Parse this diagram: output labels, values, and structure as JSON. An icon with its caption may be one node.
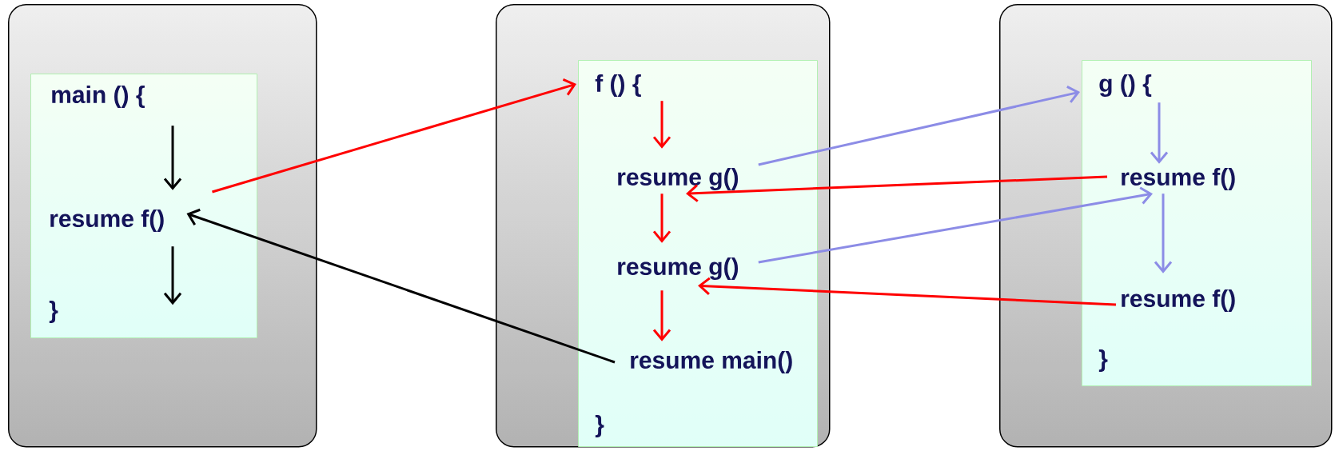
{
  "diagram": {
    "nodes": [
      {
        "text": [],
        "shape": "box"
      },
      {
        "text": [],
        "shape": "box",
        "in": 0
      },
      {
        "text": [
          "main () {"
        ],
        "in": 1
      },
      {
        "text": [
          "resume f()"
        ],
        "in": 1
      },
      {
        "text": [
          "}"
        ],
        "in": 1
      },
      {
        "text": [],
        "shape": "box"
      },
      {
        "text": [],
        "shape": "box",
        "in": 5
      },
      {
        "text": [
          "f ()  {"
        ],
        "in": 6
      },
      {
        "text": [
          "resume g()"
        ],
        "in": 6
      },
      {
        "text": [
          "resume g()"
        ],
        "in": 6
      },
      {
        "text": [
          "resume main()"
        ],
        "in": 6
      },
      {
        "text": [
          "}"
        ],
        "in": 6
      },
      {
        "text": [],
        "shape": "box"
      },
      {
        "text": [],
        "shape": "box",
        "in": 12
      },
      {
        "text": [
          "g () {"
        ],
        "in": 13
      },
      {
        "text": [
          "resume f()"
        ],
        "in": 13
      },
      {
        "text": [
          "resume f()"
        ],
        "in": 13
      },
      {
        "text": [
          "}"
        ],
        "in": 13
      }
    ],
    "edges": [
      {
        "from": 2,
        "to": 3,
        "arrow": "to",
        "color": "#000000"
      },
      {
        "from": 3,
        "to": null,
        "arrow": "to",
        "color": "#000000"
      },
      {
        "from": 10,
        "to": 3,
        "arrow": "to",
        "color": "#000000"
      },
      {
        "from": 3,
        "to": 7,
        "arrow": "to"
      },
      {
        "from": 7,
        "to": 8,
        "arrow": "to"
      },
      {
        "from": 8,
        "to": 9,
        "arrow": "to"
      },
      {
        "from": 9,
        "to": 10,
        "arrow": "to"
      },
      {
        "from": 15,
        "to": 8,
        "arrow": "to"
      },
      {
        "from": 16,
        "to": 9,
        "arrow": "to"
      },
      {
        "from": 8,
        "to": 14,
        "arrow": "to",
        "color": "#8c8ce6"
      },
      {
        "from": 14,
        "to": 15,
        "arrow": "to",
        "color": "#8c8ce6"
      },
      {
        "from": 9,
        "to": 15,
        "arrow": "to",
        "color": "#8c8ce6"
      },
      {
        "from": 15,
        "to": 16,
        "arrow": "to",
        "color": "#8c8ce6"
      }
    ]
  }
}
